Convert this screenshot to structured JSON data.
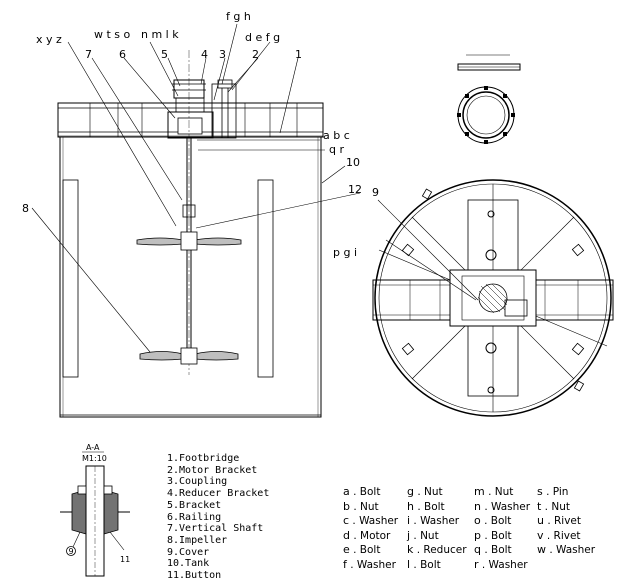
{
  "front_view": {
    "callouts_top": [
      "x y z",
      "w t s o",
      "n m l k",
      "f g h",
      "d e f g",
      "7",
      "6",
      "5",
      "4",
      "3",
      "2",
      "1"
    ],
    "callouts_right": [
      "a b c",
      "q r",
      "10",
      "12"
    ],
    "callout_left": "8"
  },
  "plan_view": {
    "callout_top": "9",
    "callout_left": "p g i"
  },
  "section": {
    "title_top": "A-A",
    "title_bottom": "M1:10",
    "tags": [
      "9",
      "11"
    ]
  },
  "parts_list": [
    "1.Footbridge",
    "2.Motor Bracket",
    "3.Coupling",
    "4.Reducer Bracket",
    "5.Bracket",
    "6.Railing",
    "7.Vertical Shaft",
    "8.Impeller",
    "9.Cover",
    "10.Tank",
    "11.Button"
  ],
  "hardware_columns": [
    [
      {
        "key": "a",
        "text": ". Bolt"
      },
      {
        "key": "b",
        "text": ". Nut"
      },
      {
        "key": "c",
        "text": ". Washer"
      },
      {
        "key": "d",
        "text": ". Motor"
      },
      {
        "key": "e",
        "text": ". Bolt"
      },
      {
        "key": "f",
        "text": ". Washer"
      }
    ],
    [
      {
        "key": "g",
        "text": ". Nut"
      },
      {
        "key": "h",
        "text": ". Bolt"
      },
      {
        "key": "i",
        "text": ". Washer"
      },
      {
        "key": "j",
        "text": ". Nut"
      },
      {
        "key": "k",
        "text": ". Reducer"
      },
      {
        "key": "l",
        "text": ". Bolt"
      }
    ],
    [
      {
        "key": "m",
        "text": ". Nut"
      },
      {
        "key": "n",
        "text": ". Washer"
      },
      {
        "key": "o",
        "text": ". Bolt"
      },
      {
        "key": "p",
        "text": ". Bolt"
      },
      {
        "key": "q",
        "text": ". Bolt"
      },
      {
        "key": "r",
        "text": ". Washer"
      }
    ],
    [
      {
        "key": "s",
        "text": ". Pin"
      },
      {
        "key": "t",
        "text": ". Nut"
      },
      {
        "key": "u",
        "text": ". Rivet"
      },
      {
        "key": "v",
        "text": ". Rivet"
      },
      {
        "key": "w",
        "text": ". Washer"
      }
    ]
  ]
}
